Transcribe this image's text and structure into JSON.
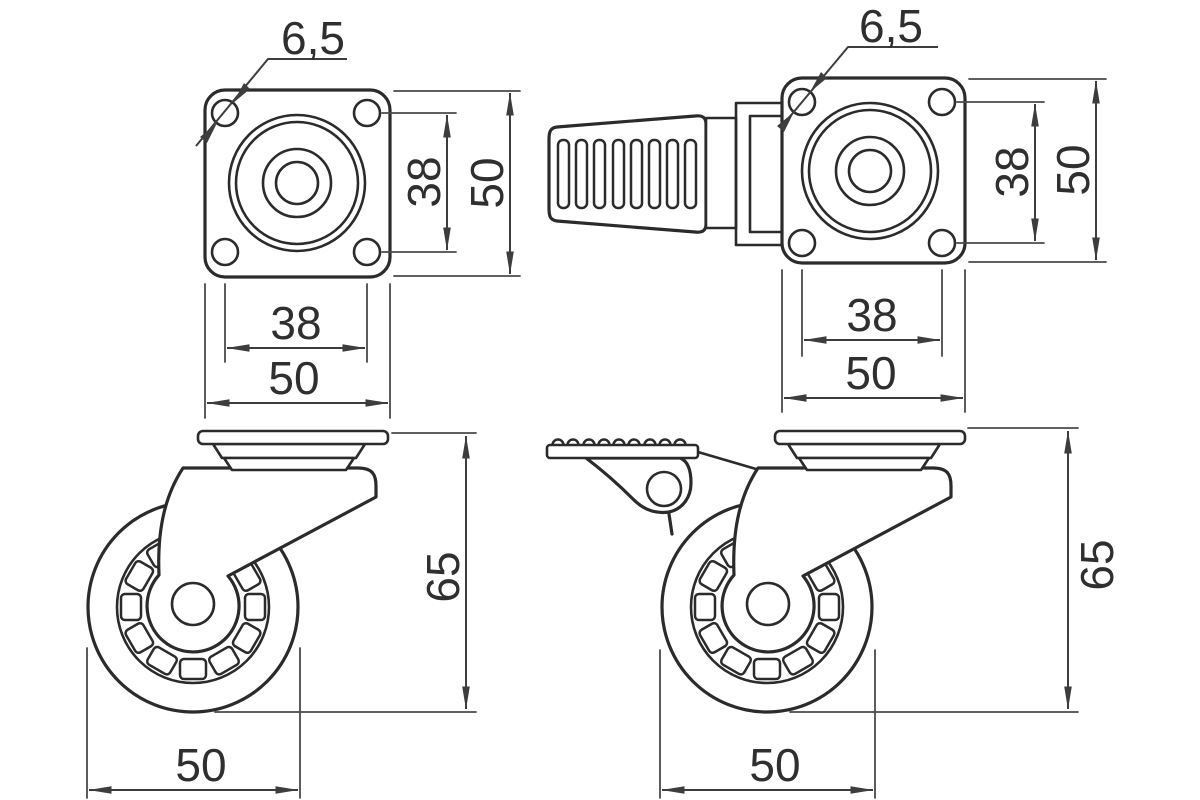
{
  "colors": {
    "line": "#2b2b2b",
    "dimension": "#3d3d3d",
    "background": "#ffffff"
  },
  "left_caster": {
    "hole_diameter": "6,5",
    "hole_pitch_vertical": "38",
    "plate_size_vertical": "50",
    "hole_pitch_horizontal": "38",
    "plate_size_horizontal": "50",
    "overall_height": "65",
    "wheel_diameter": "50"
  },
  "right_caster": {
    "hole_diameter": "6,5",
    "hole_pitch_vertical": "38",
    "plate_size_vertical": "50",
    "hole_pitch_horizontal": "38",
    "plate_size_horizontal": "50",
    "overall_height": "65",
    "wheel_diameter": "50"
  }
}
